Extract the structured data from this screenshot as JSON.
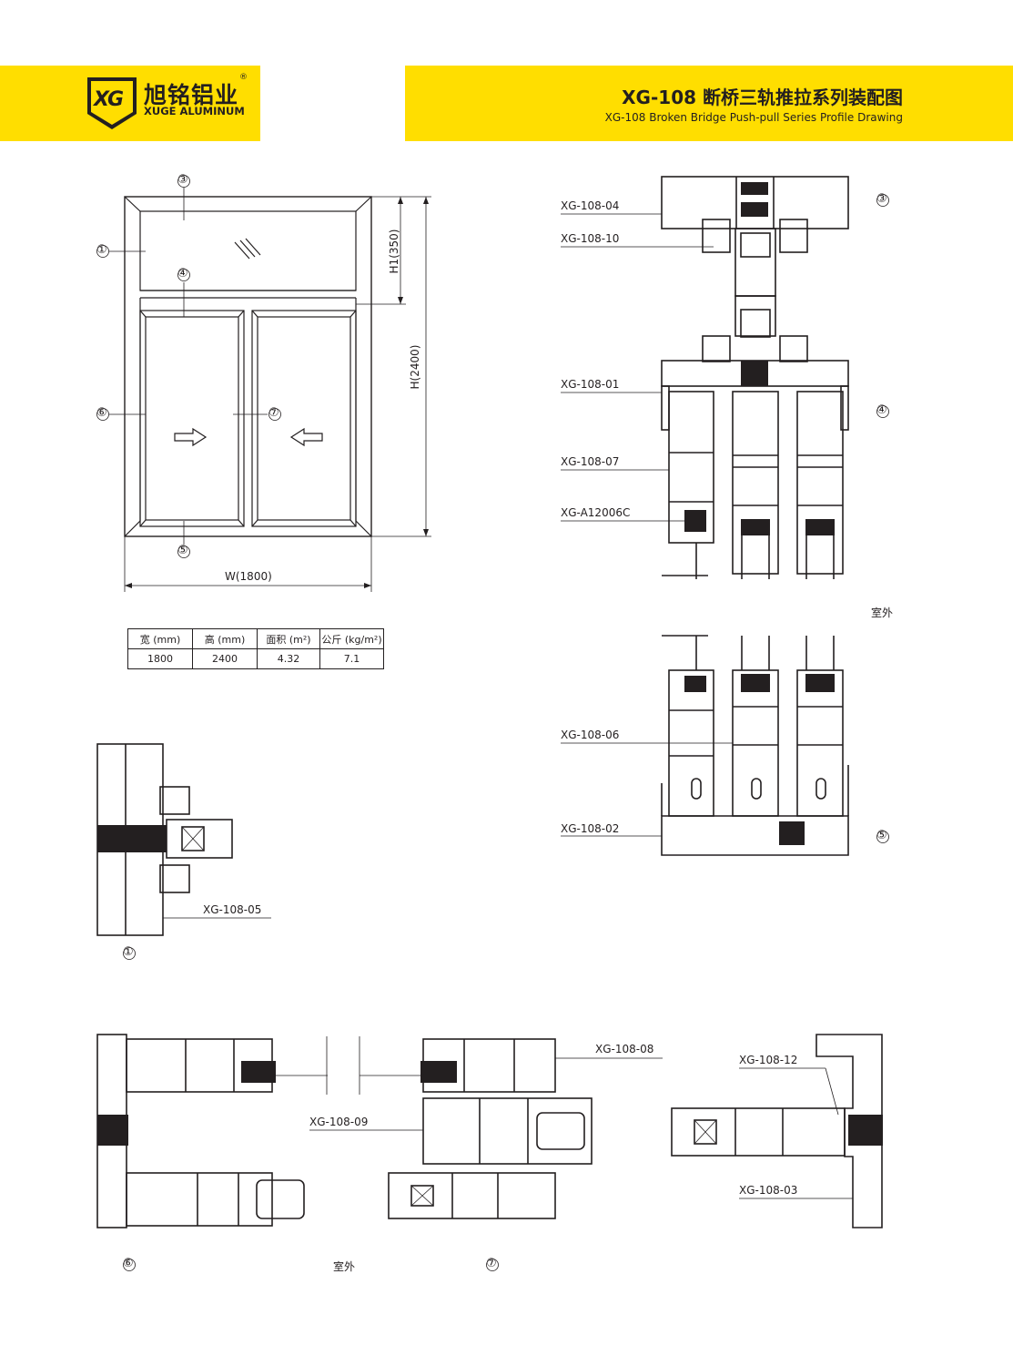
{
  "header": {
    "brand_cn": "旭铭铝业",
    "brand_en": "XUGE ALUMINUM",
    "registered_mark": "®",
    "logo_letters": "XG",
    "title_cn": "XG-108 断桥三轨推拉系列装配图",
    "title_en": "XG-108 Broken Bridge Push-pull Series Profile Drawing"
  },
  "elevation": {
    "callouts": {
      "c1": "①",
      "c3": "③",
      "c4": "④",
      "c5": "⑤",
      "c6": "⑥",
      "c7": "⑦"
    },
    "dim_h1": "H1(350)",
    "dim_h": "H(2400)",
    "dim_w": "W(1800)"
  },
  "spec_table": {
    "headers": [
      "宽 (mm)",
      "高 (mm)",
      "面积 (m²)",
      "公斤 (kg/m²)"
    ],
    "values": [
      "1800",
      "2400",
      "4.32",
      "7.1"
    ]
  },
  "section_34": {
    "labels": [
      "XG-108-04",
      "XG-108-10",
      "XG-108-01",
      "XG-108-07",
      "XG-A12006C"
    ],
    "c3": "③",
    "c4": "④",
    "outdoor": "室外"
  },
  "section_5": {
    "labels": [
      "XG-108-06",
      "XG-108-02"
    ],
    "c5": "⑤"
  },
  "section_1": {
    "label": "XG-108-05",
    "c1": "①"
  },
  "section_67": {
    "labels": [
      "XG-108-08",
      "XG-108-09",
      "XG-108-12",
      "XG-108-03"
    ],
    "c6": "⑥",
    "c7": "⑦",
    "outdoor": "室外"
  }
}
